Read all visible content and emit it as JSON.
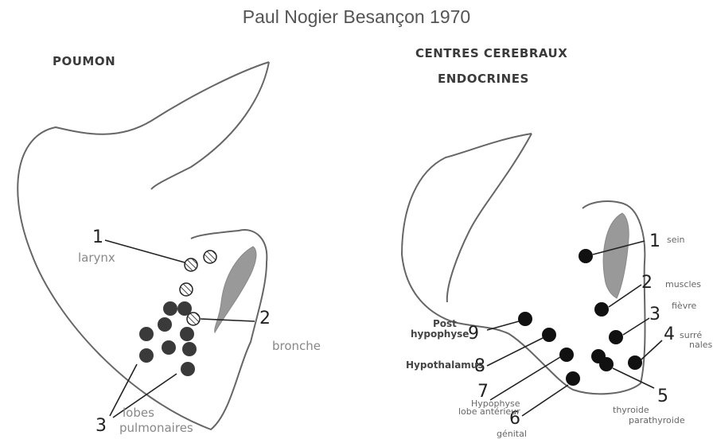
{
  "title": "Paul Nogier Besançon 1970",
  "left": {
    "heading": "POUMON",
    "labels": {
      "n1": "1",
      "larynx": "larynx",
      "n2": "2",
      "bronche": "bronche",
      "n3": "3",
      "lobes": "lobes",
      "pulmonaires": "pulmonaires"
    }
  },
  "right": {
    "heading_line1": "CENTRES CEREBRAUX",
    "heading_line2": "ENDOCRINES",
    "labels": {
      "n1": "1",
      "sein": "sein",
      "n2": "2",
      "muscles": "muscles",
      "n3": "3",
      "fievre": "fièvre",
      "n4": "4",
      "surre": "surré",
      "nales": "nales",
      "n5": "5",
      "thyroide": "thyroide",
      "parathyroide": "parathyroide",
      "n6": "6",
      "genital": "génital",
      "n7": "7",
      "hypophyse": "Hypophyse",
      "lobe_anterieur": "lobe antérieur",
      "n8": "8",
      "hypothalamus": "Hypothalamus",
      "n9": "9",
      "post": "Post",
      "hypophyse_post": "hypophyse"
    }
  }
}
